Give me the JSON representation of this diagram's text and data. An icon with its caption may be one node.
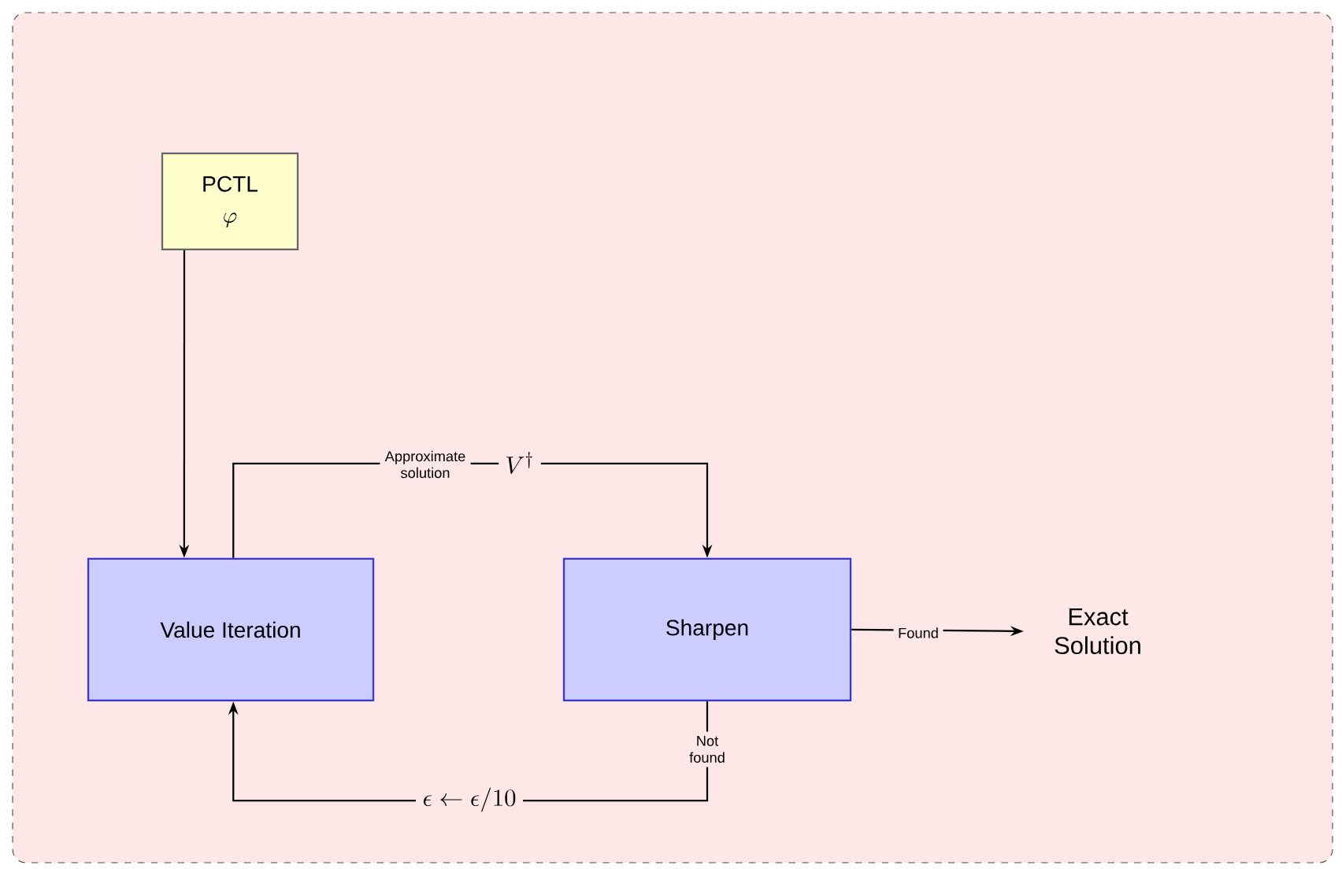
{
  "diagram": {
    "nodes": [
      {
        "text": [
          "PCTL",
          "\\varphi"
        ]
      },
      {
        "text": [
          "Value Iteration"
        ]
      },
      {
        "text": [
          "Sharpen"
        ]
      },
      {
        "text": [
          "Exact Solution"
        ]
      }
    ],
    "edges": [
      {
        "from": 0,
        "to": 1,
        "arrow": "to"
      },
      {
        "from": 1,
        "to": 2,
        "arrow": "to",
        "label": "Approximate solution"
      },
      {
        "from": 2,
        "to": 3,
        "arrow": "to",
        "label": "Found"
      },
      {
        "from": 2,
        "to": 1,
        "arrow": "to",
        "label": "Not found"
      }
    ],
    "labels": [
      "V^\\dagger",
      "\\epsilon \\leftarrow \\epsilon/10"
    ]
  }
}
